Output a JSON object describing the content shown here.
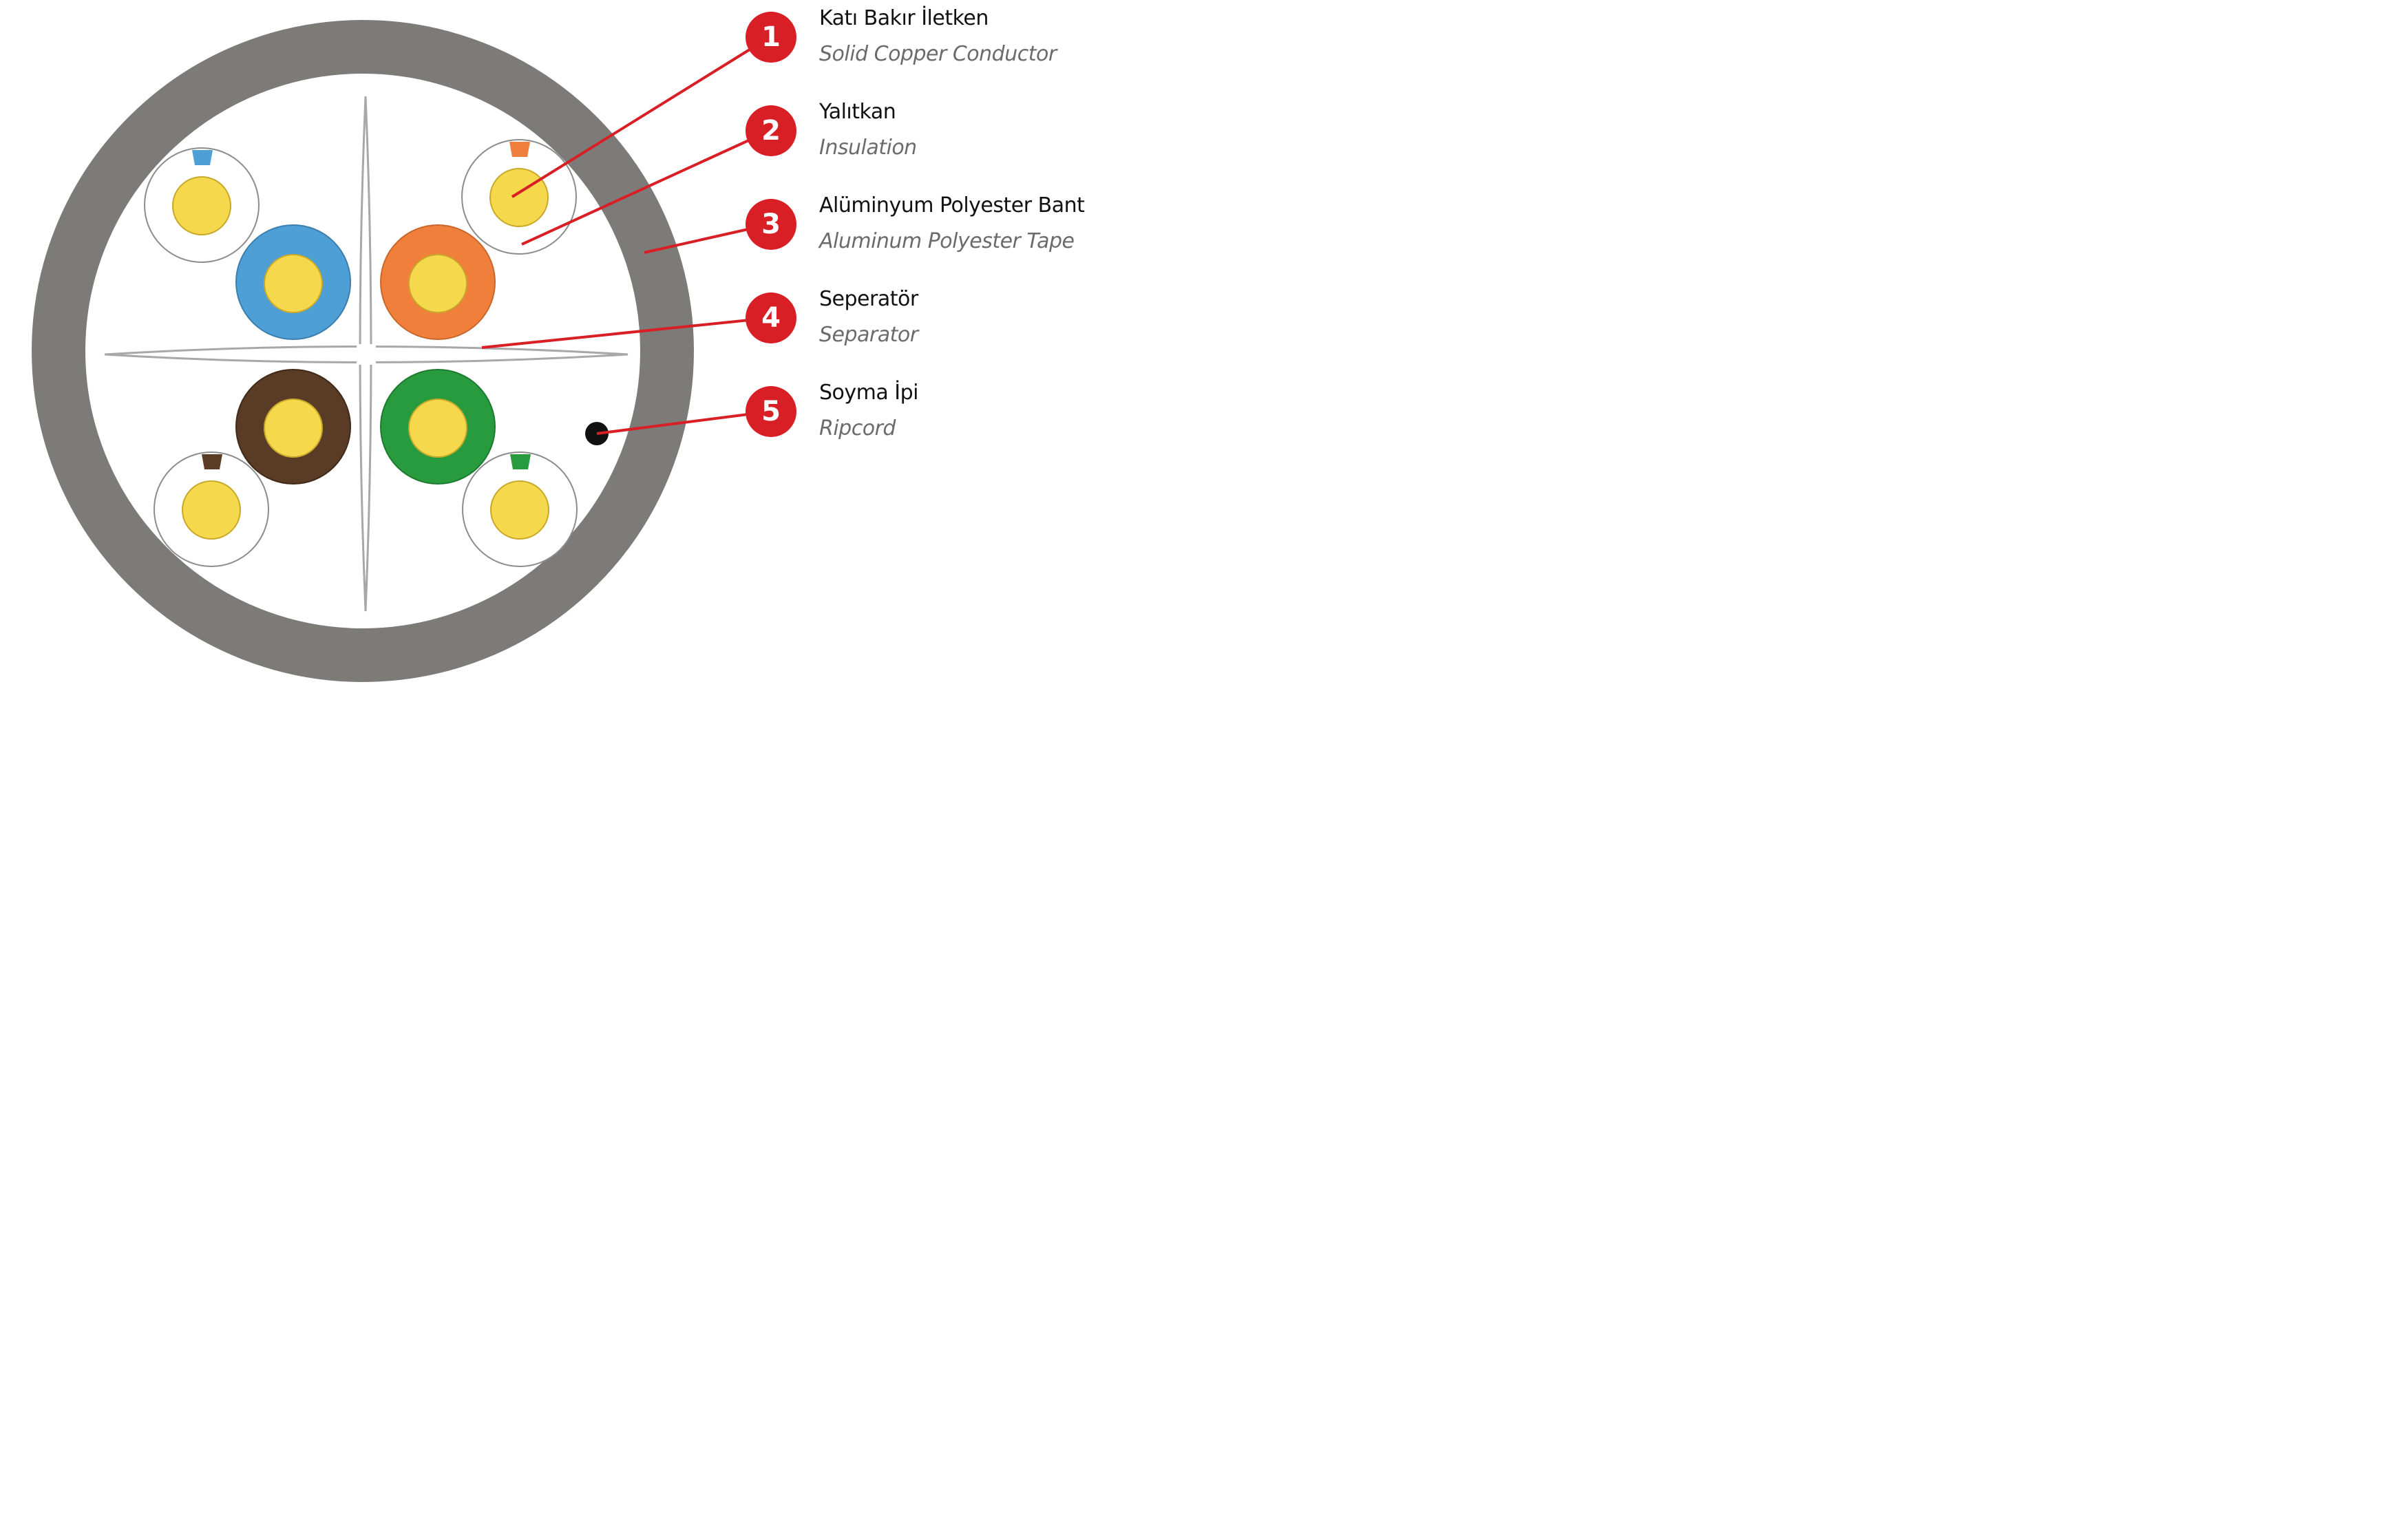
{
  "colors": {
    "jacket": "#7d7b78",
    "copper": "#f5d84b",
    "copper_edge": "#c8a92a",
    "callout_red": "#d91f26",
    "pair_blue": "#4e9fd6",
    "pair_orange": "#ef7f3a",
    "pair_brown": "#5a3b26",
    "pair_green": "#279b3e",
    "ripcord": "#111111",
    "separator_stroke": "#a8a8a8"
  },
  "callouts": [
    {
      "number": "1",
      "label_tr": "Katı Bakır İletken",
      "label_en": "Solid Copper Conductor"
    },
    {
      "number": "2",
      "label_tr": "Yalıtkan",
      "label_en": "Insulation"
    },
    {
      "number": "3",
      "label_tr": "Alüminyum Polyester Bant",
      "label_en": "Aluminum Polyester Tape"
    },
    {
      "number": "4",
      "label_tr": "Seperatör",
      "label_en": "Separator"
    },
    {
      "number": "5",
      "label_tr": "Soyma İpi",
      "label_en": "Ripcord"
    }
  ]
}
